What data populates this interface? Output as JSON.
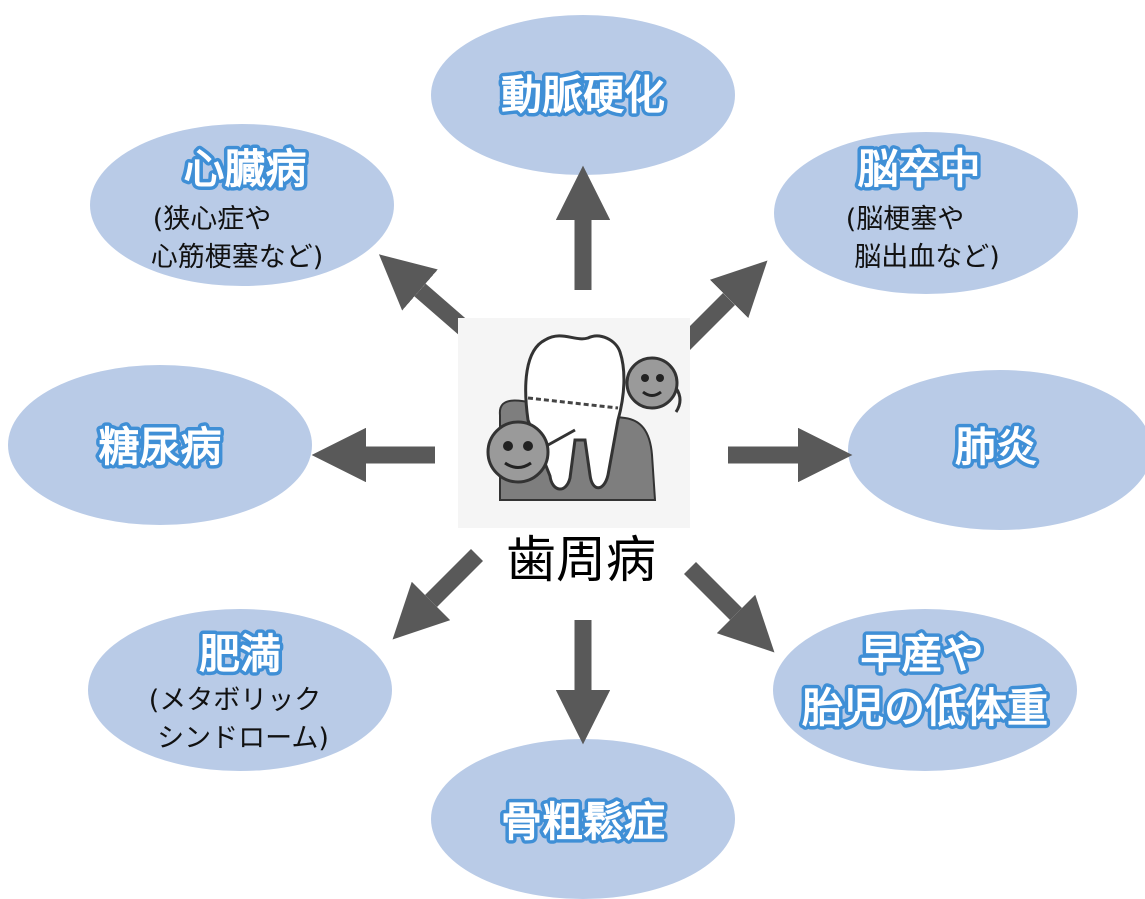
{
  "center": {
    "label": "歯周病"
  },
  "colors": {
    "bubble": "#b9cbe7",
    "arrow": "#595959",
    "title_fill": "#ffffff",
    "title_stroke": "#3f8fd6"
  },
  "nodes": {
    "arteriosclerosis": {
      "title": "動脈硬化"
    },
    "heart_disease": {
      "title": "心臓病",
      "sub1": "(狭心症や",
      "sub2": "心筋梗塞など)"
    },
    "stroke": {
      "title": "脳卒中",
      "sub1": "(脳梗塞や",
      "sub2": "脳出血など)"
    },
    "diabetes": {
      "title": "糖尿病"
    },
    "pneumonia": {
      "title": "肺炎"
    },
    "obesity": {
      "title": "肥満",
      "sub1": "(メタボリック",
      "sub2": "シンドローム)"
    },
    "premature_birth": {
      "title1": "早産や",
      "title2": "胎児の低体重"
    },
    "osteoporosis": {
      "title": "骨粗鬆症"
    }
  }
}
